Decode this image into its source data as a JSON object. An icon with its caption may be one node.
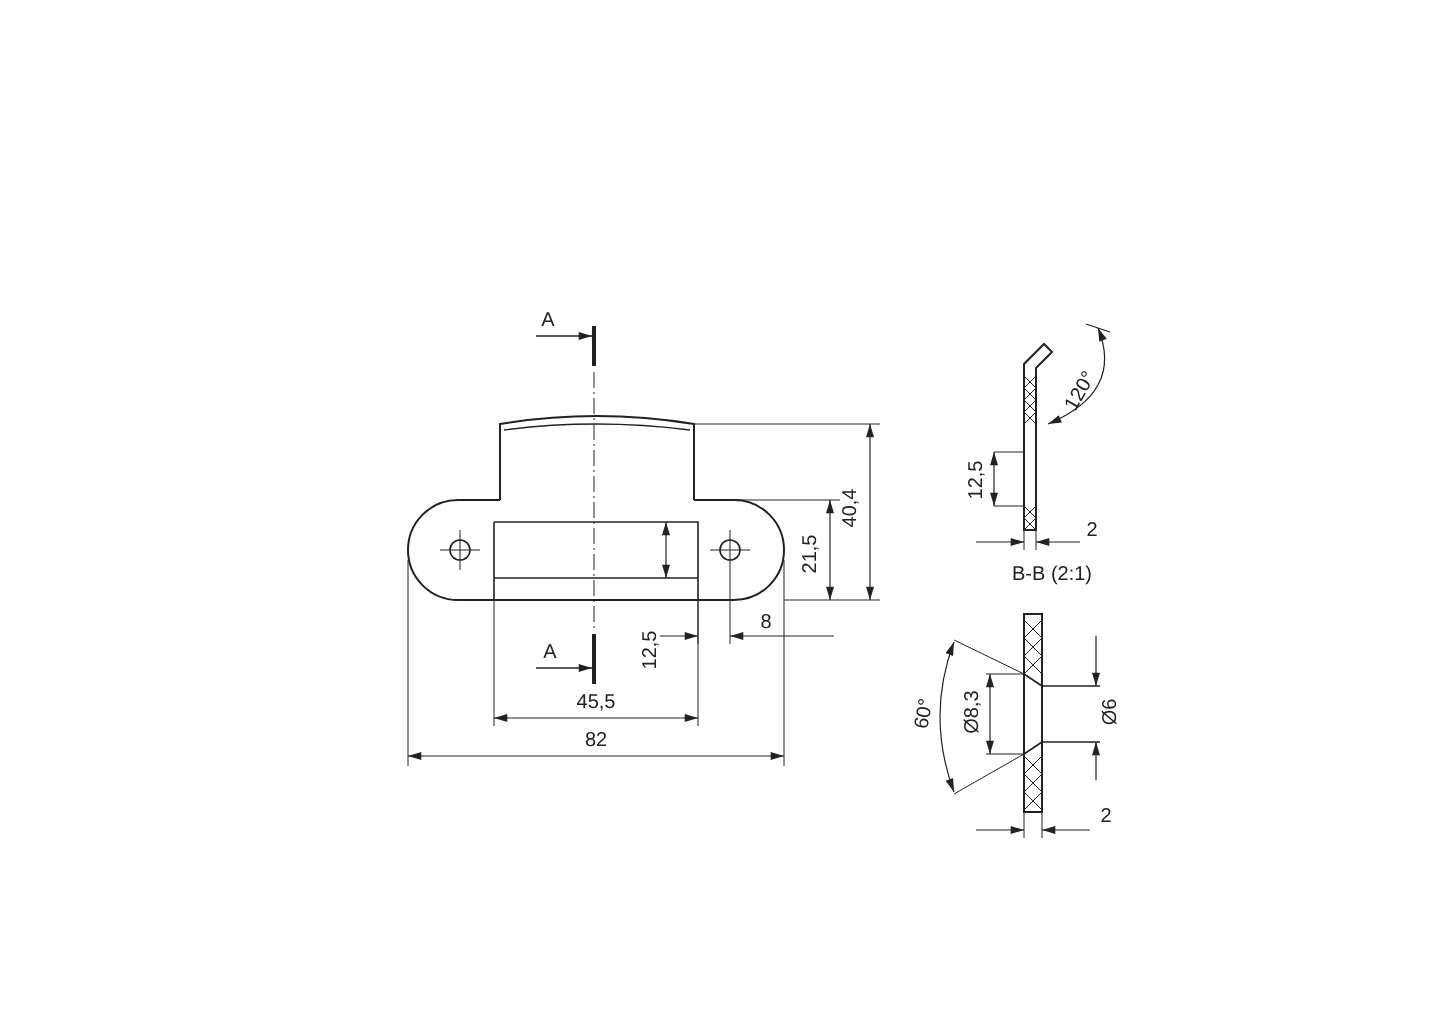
{
  "diagram": {
    "labels": [
      "A",
      "120°",
      "40,4",
      "12,5",
      "21,5",
      "2",
      "B-B (2:1)",
      "8",
      "A",
      "12,5",
      "60°",
      "Ø8,3",
      "Ø6",
      "45,5",
      "82",
      "2"
    ]
  }
}
